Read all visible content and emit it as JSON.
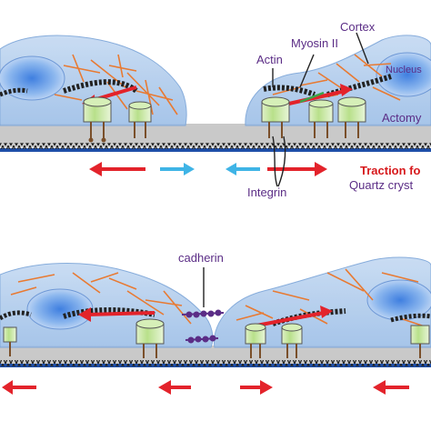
{
  "labels": {
    "cortex": "Cortex",
    "myosin": "Myosin II",
    "actin": "Actin",
    "nucleus": "Nucleus",
    "actomyosin": "Actomy",
    "traction_force": "Traction fo",
    "quartz_crystal": "Quartz cryst",
    "integrin": "Integrin",
    "cadherin": "cadherin"
  },
  "colors": {
    "cell_body": "#aac7ea",
    "nucleus": "#4f8fe0",
    "actin_fibers": "#e87a32",
    "label_purple": "#5b2d86",
    "label_red": "#d7191c",
    "substrate": "#bcbcbc",
    "substrate_line": "#1f4fa8",
    "arrow_red": "#e3232b",
    "arrow_cyan": "#3fb4e6"
  },
  "icons": {
    "focal_adhesion": "integrin-cylinder-icon",
    "junction": "cadherin-bond-icon"
  }
}
